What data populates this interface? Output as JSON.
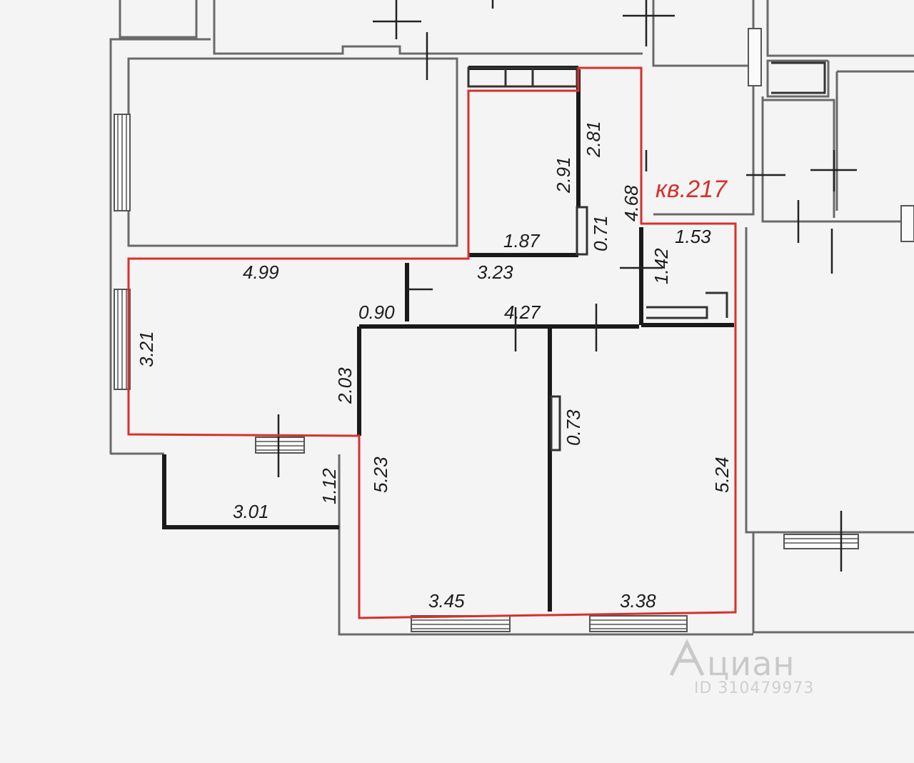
{
  "apartment_label": "кв.217",
  "outline_color": "#d8302c",
  "dimensions": {
    "big_room_top_width": "4.99",
    "big_room_left_height": "3.21",
    "corridor_gap": "0.90",
    "corridor_wall": "2.03",
    "corridor_width": "3.23",
    "hall_width": "4.27",
    "bath_height": "2.91",
    "bath_width": "1.87",
    "bath_outer_height": "2.81",
    "bath_door": "0.71",
    "hall_height": "4.68",
    "wc_width": "1.53",
    "wc_height": "1.42",
    "bedroom_left_height": "5.23",
    "bedroom_left_width": "3.45",
    "bedroom_right_door": "0.73",
    "bedroom_right_height": "5.24",
    "bedroom_right_width": "3.38",
    "balcony_width": "3.01",
    "balcony_depth": "1.12"
  },
  "watermark": {
    "logo": "циан",
    "id": "ID 310479973",
    "icon": "cian-house-icon"
  }
}
